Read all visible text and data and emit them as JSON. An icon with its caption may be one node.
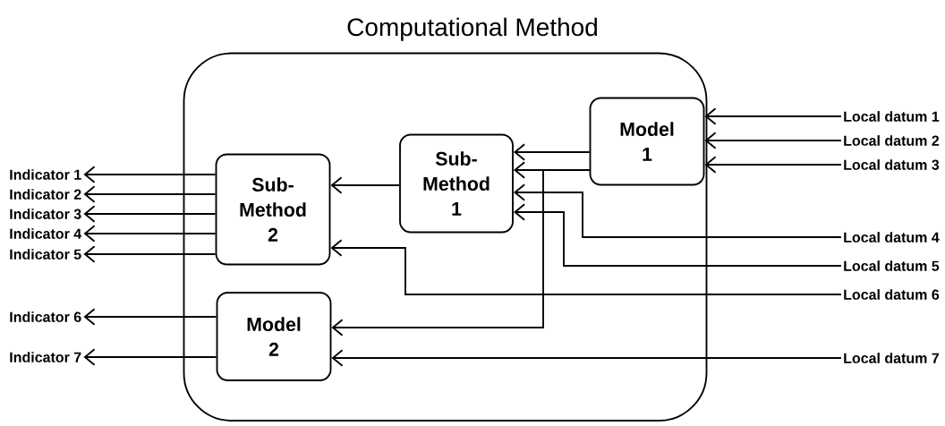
{
  "diagram": {
    "nodes": [
      {
        "text": [
          "Computational Method"
        ]
      },
      {
        "text": [
          "Model 1"
        ],
        "in": 0
      },
      {
        "text": [
          "Sub- Method 1"
        ],
        "in": 0
      },
      {
        "text": [
          "Sub- Method 2"
        ],
        "in": 0
      },
      {
        "text": [
          "Model 2"
        ],
        "in": 0
      },
      {
        "text": [
          "Local datum 1"
        ]
      },
      {
        "text": [
          "Local datum 2"
        ]
      },
      {
        "text": [
          "Local datum 3"
        ]
      },
      {
        "text": [
          "Local datum 4"
        ]
      },
      {
        "text": [
          "Local datum 5"
        ]
      },
      {
        "text": [
          "Local datum 6"
        ]
      },
      {
        "text": [
          "Local datum 7"
        ]
      },
      {
        "text": [
          "Indicator 1"
        ]
      },
      {
        "text": [
          "Indicator 2"
        ]
      },
      {
        "text": [
          "Indicator 3"
        ]
      },
      {
        "text": [
          "Indicator 4"
        ]
      },
      {
        "text": [
          "Indicator 5"
        ]
      },
      {
        "text": [
          "Indicator 6"
        ]
      },
      {
        "text": [
          "Indicator 7"
        ]
      }
    ],
    "edges": [
      {
        "from": 5,
        "to": 1,
        "arrow": "to"
      },
      {
        "from": 6,
        "to": 1,
        "arrow": "to"
      },
      {
        "from": 7,
        "to": 1,
        "arrow": "to"
      },
      {
        "from": 1,
        "to": 2,
        "arrow": "to"
      },
      {
        "from": 1,
        "to": 2,
        "arrow": "to"
      },
      {
        "from": 1,
        "to": 4,
        "arrow": "to"
      },
      {
        "from": 8,
        "to": 2,
        "arrow": "to"
      },
      {
        "from": 9,
        "to": 2,
        "arrow": "to"
      },
      {
        "from": 10,
        "to": 3,
        "arrow": "to"
      },
      {
        "from": 11,
        "to": 4,
        "arrow": "to"
      },
      {
        "from": 2,
        "to": 3,
        "arrow": "to"
      },
      {
        "from": 3,
        "to": 12,
        "arrow": "to"
      },
      {
        "from": 3,
        "to": 13,
        "arrow": "to"
      },
      {
        "from": 3,
        "to": 14,
        "arrow": "to"
      },
      {
        "from": 3,
        "to": 15,
        "arrow": "to"
      },
      {
        "from": 3,
        "to": 16,
        "arrow": "to"
      },
      {
        "from": 4,
        "to": 17,
        "arrow": "to"
      },
      {
        "from": 4,
        "to": 18,
        "arrow": "to"
      }
    ]
  }
}
